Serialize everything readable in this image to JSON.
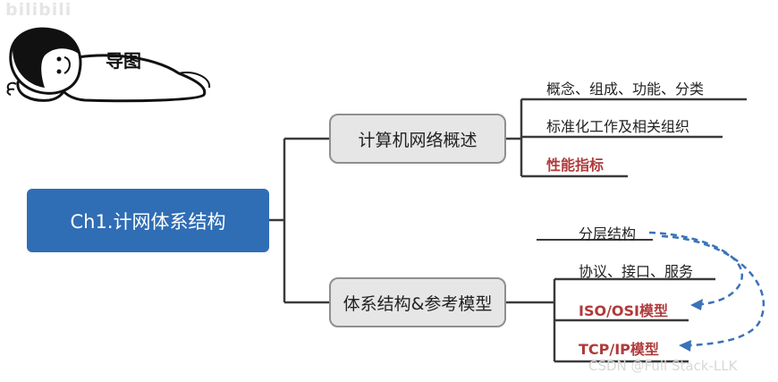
{
  "watermark_top": "bilibili",
  "illustration_caption": "导图",
  "root": {
    "label": "Ch1.计网体系结构"
  },
  "branches": [
    {
      "label": "计算机网络概述",
      "leaves": [
        {
          "label": "概念、组成、功能、分类",
          "highlight": false
        },
        {
          "label": "标准化工作及相关组织",
          "highlight": false
        },
        {
          "label": "性能指标",
          "highlight": true
        }
      ]
    },
    {
      "label": "体系结构&参考模型",
      "leaves": [
        {
          "label": "分层结构",
          "highlight": false
        },
        {
          "label": "协议、接口、服务",
          "highlight": false
        },
        {
          "label": "ISO/OSI模型",
          "highlight": true
        },
        {
          "label": "TCP/IP模型",
          "highlight": true
        }
      ]
    }
  ],
  "colors": {
    "root_fill": "#2f6db5",
    "node_fill": "#e6e6e6",
    "highlight_text": "#b03a3a",
    "arrow": "#3a73b8"
  },
  "watermark_bottom": "CSDN @Full Stack-LLK"
}
